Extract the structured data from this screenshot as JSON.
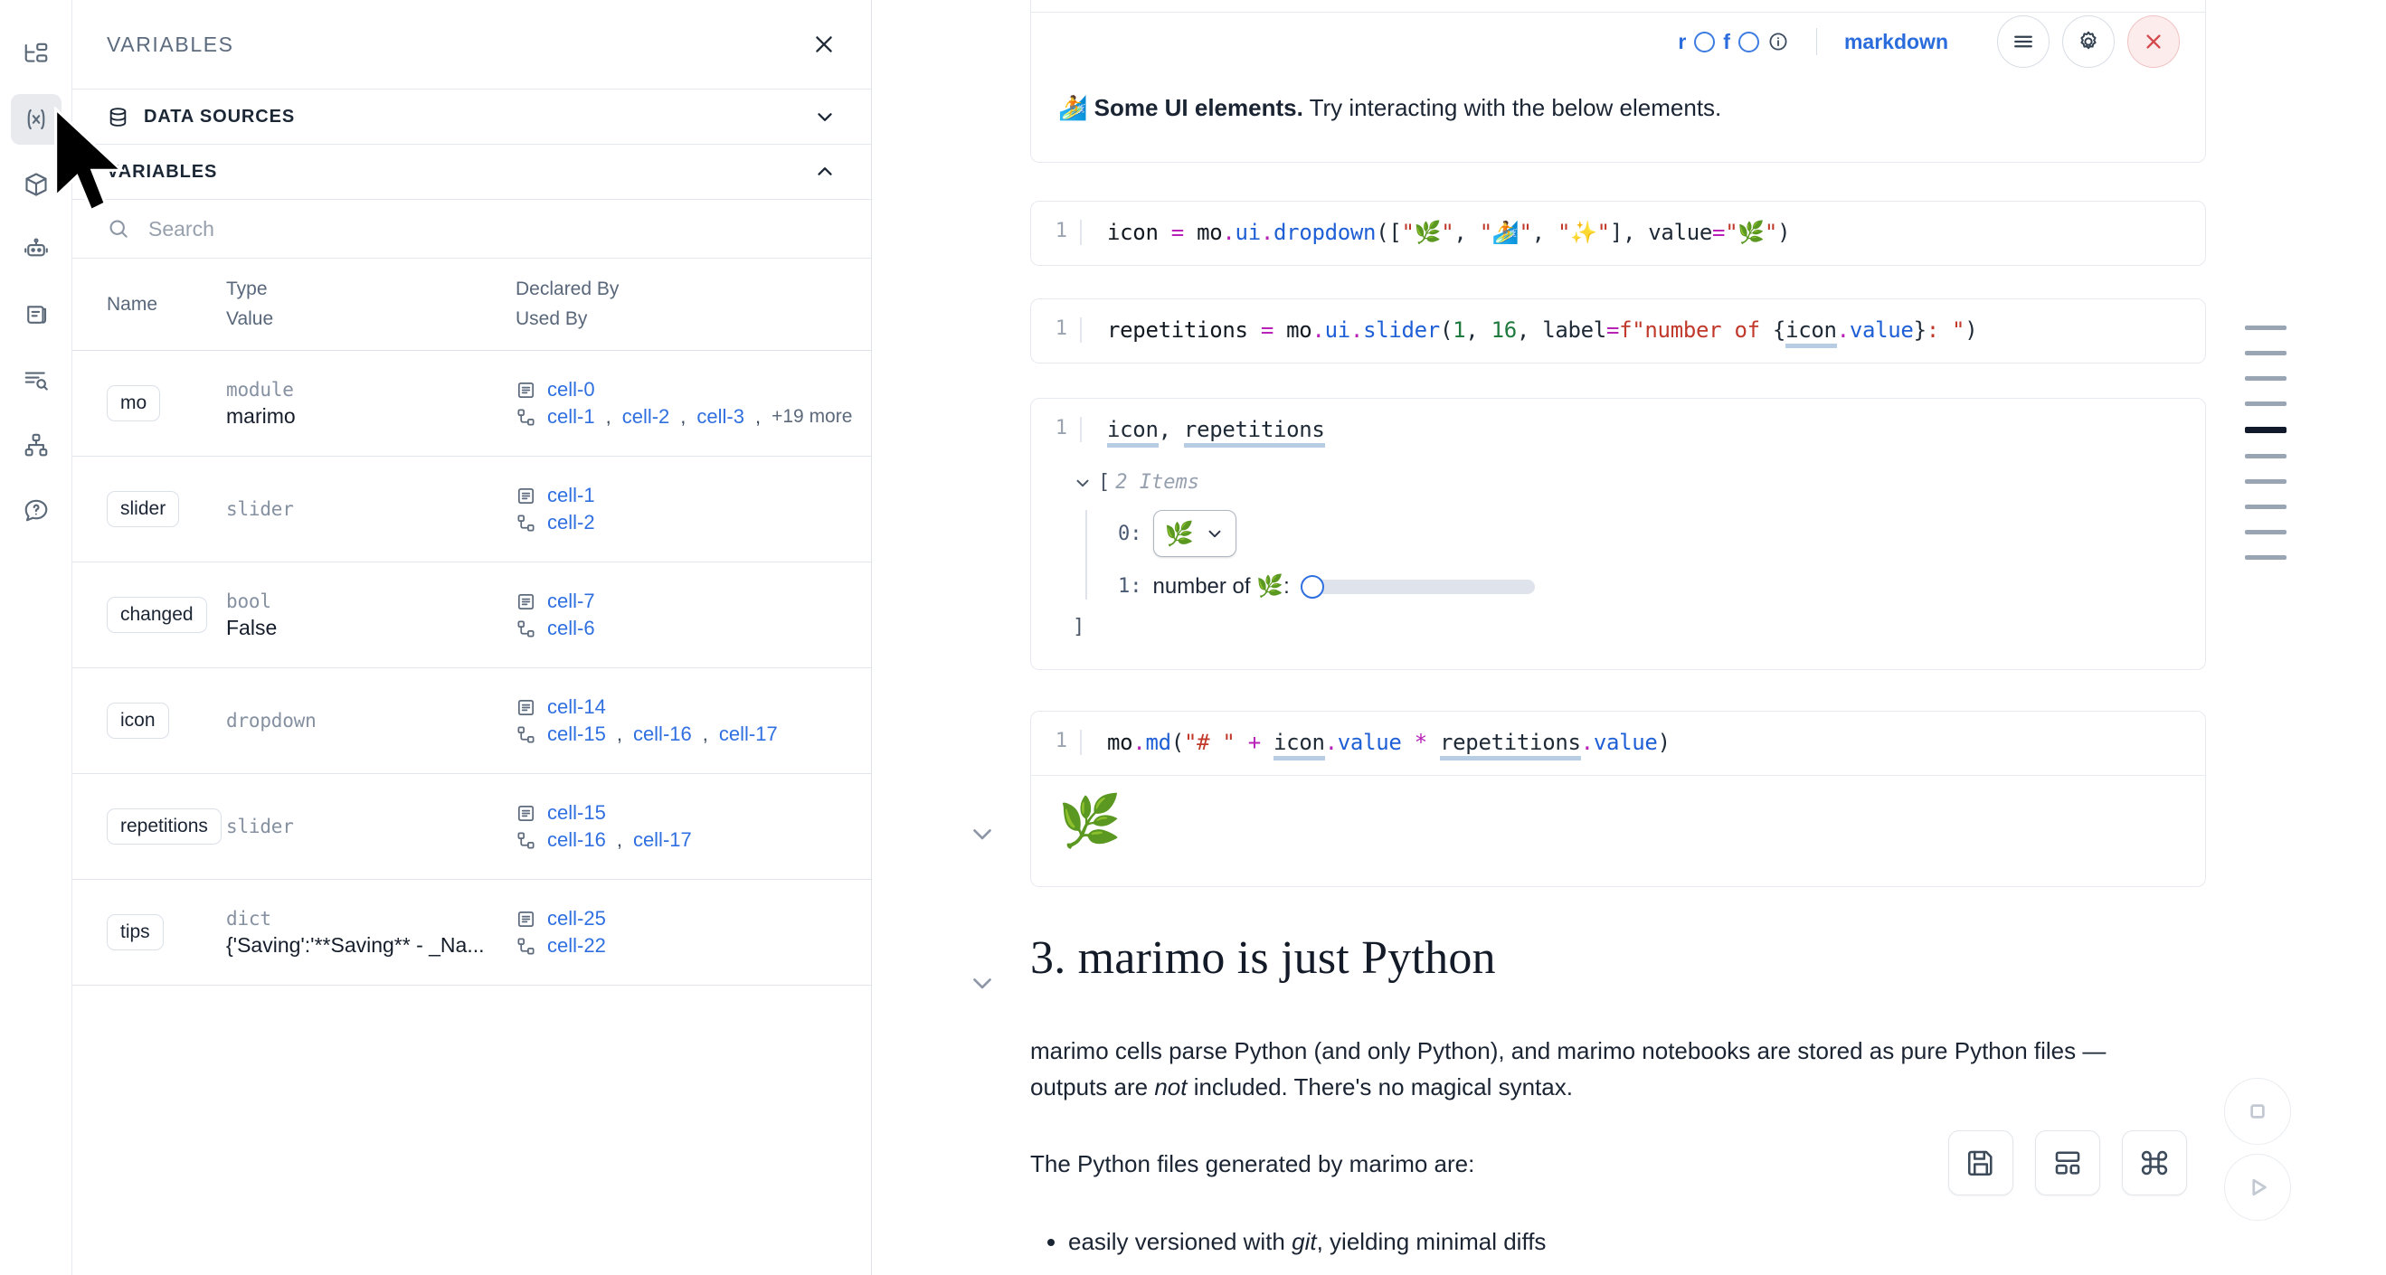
{
  "rail": {
    "items": [
      {
        "name": "file-tree-icon",
        "label": "File Explorer"
      },
      {
        "name": "variables-icon",
        "label": "Variables",
        "active": true
      },
      {
        "name": "package-icon",
        "label": "Packages"
      },
      {
        "name": "robot-icon",
        "label": "Chat / AI"
      },
      {
        "name": "scratchpad-icon",
        "label": "Scratchpad"
      },
      {
        "name": "outline-search-icon",
        "label": "Outline"
      },
      {
        "name": "dependency-graph-icon",
        "label": "Dependency Graph"
      },
      {
        "name": "help-icon",
        "label": "Help"
      }
    ]
  },
  "panel": {
    "title": "VARIABLES",
    "close_label": "Close panel",
    "sections": [
      {
        "label": "DATA SOURCES",
        "state": "collapsed"
      },
      {
        "label": "VARIABLES",
        "state": "expanded"
      }
    ],
    "search": {
      "placeholder": "Search",
      "value": ""
    },
    "table": {
      "headers": {
        "name": "Name",
        "type": "Type",
        "value": "Value",
        "declared_by": "Declared By",
        "used_by": "Used By"
      },
      "rows": [
        {
          "name": "mo",
          "type": "module",
          "value": "marimo",
          "declared_by": [
            "cell-0"
          ],
          "used_by": [
            "cell-1",
            "cell-2",
            "cell-3"
          ],
          "used_by_more": "+19 more"
        },
        {
          "name": "slider",
          "type": "slider",
          "value": "",
          "declared_by": [
            "cell-1"
          ],
          "used_by": [
            "cell-2"
          ],
          "used_by_more": ""
        },
        {
          "name": "changed",
          "type": "bool",
          "value": "False",
          "declared_by": [
            "cell-7"
          ],
          "used_by": [
            "cell-6"
          ],
          "used_by_more": ""
        },
        {
          "name": "icon",
          "type": "dropdown",
          "value": "",
          "declared_by": [
            "cell-14"
          ],
          "used_by": [
            "cell-15",
            "cell-16",
            "cell-17"
          ],
          "used_by_more": ""
        },
        {
          "name": "repetitions",
          "type": "slider",
          "value": "",
          "declared_by": [
            "cell-15"
          ],
          "used_by": [
            "cell-16",
            "cell-17"
          ],
          "used_by_more": ""
        },
        {
          "name": "tips",
          "type": "dict",
          "value": "{'Saving':'**Saving** - _Na...",
          "declared_by": [
            "cell-25"
          ],
          "used_by": [
            "cell-22"
          ],
          "used_by_more": ""
        }
      ]
    }
  },
  "notebook": {
    "top_cell": {
      "line_number": "1",
      "code_raw": "\"\"\"🏄 Some UI elements.\"\"\" Try interacting with the below elements.",
      "toolbar": {
        "r_label": "r",
        "f_label": "f",
        "info_icon": "info-icon",
        "language": "markdown",
        "menu_icon": "hamburger-icon",
        "settings_icon": "gear-icon",
        "close_icon": "close-icon"
      },
      "output": {
        "emoji": "🏄",
        "bold": "Some UI elements.",
        "rest": "Try interacting with the below elements."
      }
    },
    "cells": [
      {
        "id": "cell-dropdown",
        "line_number": "1",
        "code": "icon = mo.ui.dropdown([\"🌿\", \"🏄\", \"✨\"], value=\"🌿\")"
      },
      {
        "id": "cell-slider",
        "line_number": "1",
        "code": "repetitions = mo.ui.slider(1, 16, label=f\"number of {icon.value}: \")"
      },
      {
        "id": "cell-display",
        "line_number": "1",
        "code": "icon, repetitions",
        "output": {
          "tree_label": "2 Items",
          "open_bracket": "[",
          "close_bracket": "]",
          "items": [
            {
              "key": "0:",
              "kind": "dropdown",
              "value": "🌿"
            },
            {
              "key": "1:",
              "kind": "slider",
              "label": "number of 🌿:",
              "value": 1,
              "min": 1,
              "max": 16
            }
          ]
        }
      },
      {
        "id": "cell-md-output",
        "line_number": "1",
        "code": "mo.md(\"# \" + icon.value * repetitions.value)",
        "output_emoji": "🌿"
      }
    ],
    "markdown": {
      "heading": "3. marimo is just Python",
      "paragraphs": [
        {
          "parts": [
            {
              "t": "marimo cells parse Python (and only Python), and marimo notebooks are stored as pure Python files — outputs are ",
              "i": false
            },
            {
              "t": "not",
              "i": true
            },
            {
              "t": " included. There's no magical syntax.",
              "i": false
            }
          ]
        },
        {
          "parts": [
            {
              "t": "The Python files generated by marimo are:",
              "i": false
            }
          ]
        }
      ],
      "bullets": [
        {
          "parts": [
            {
              "t": "easily versioned with ",
              "i": false
            },
            {
              "t": "git",
              "i": true
            },
            {
              "t": ", yielding minimal diffs",
              "i": false
            }
          ]
        }
      ]
    },
    "minimap": {
      "count": 10,
      "active_index": 4
    },
    "bottom_actions": [
      {
        "name": "save-button",
        "icon": "save-icon"
      },
      {
        "name": "layout-button",
        "icon": "layout-icon"
      },
      {
        "name": "command-palette-button",
        "icon": "command-icon"
      }
    ],
    "run_actions": [
      {
        "name": "interrupt-button",
        "icon": "stop-icon"
      },
      {
        "name": "run-all-button",
        "icon": "play-icon"
      }
    ]
  },
  "colors": {
    "accent_link": "#2f6fe0",
    "accent_blue": "#2a6cdb",
    "danger": "#d4494b",
    "text": "#1e2936",
    "muted": "#8590a0",
    "border": "#e6e9ee"
  }
}
